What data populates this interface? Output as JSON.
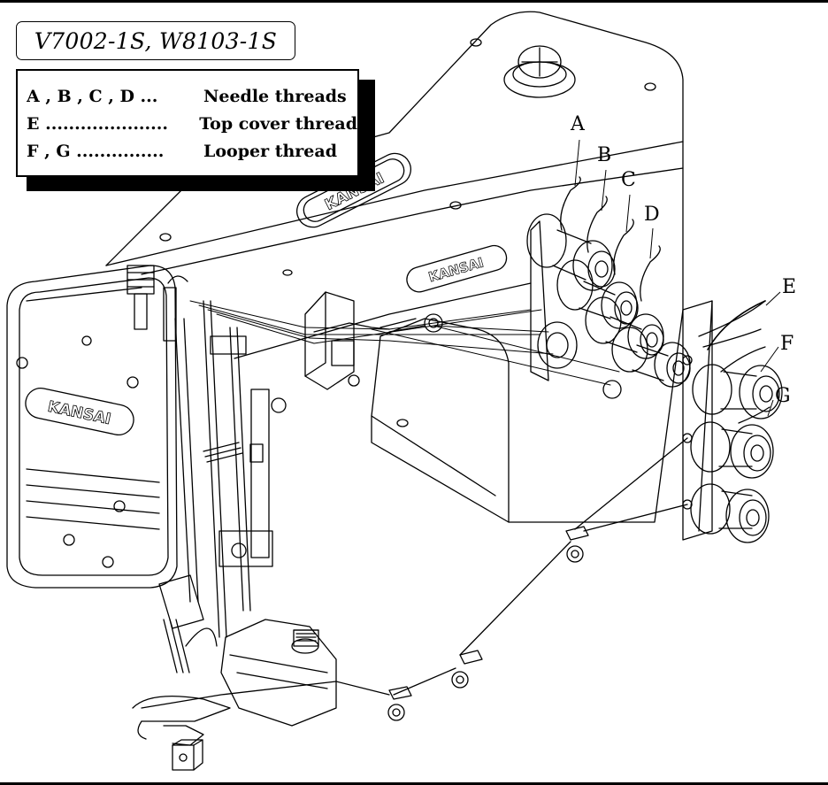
{
  "header": {
    "models": "V7002-1S, W8103-1S"
  },
  "legend": {
    "rows": [
      {
        "keys": "A , B , C , D ...",
        "meaning": "Needle threads"
      },
      {
        "keys": "E .....................",
        "meaning": "Top cover thread"
      },
      {
        "keys": "F , G ...............",
        "meaning": "Looper thread"
      }
    ]
  },
  "callouts": [
    "A",
    "B",
    "C",
    "D",
    "E",
    "F",
    "G"
  ],
  "brand": {
    "logo_text": "KANSAI"
  }
}
